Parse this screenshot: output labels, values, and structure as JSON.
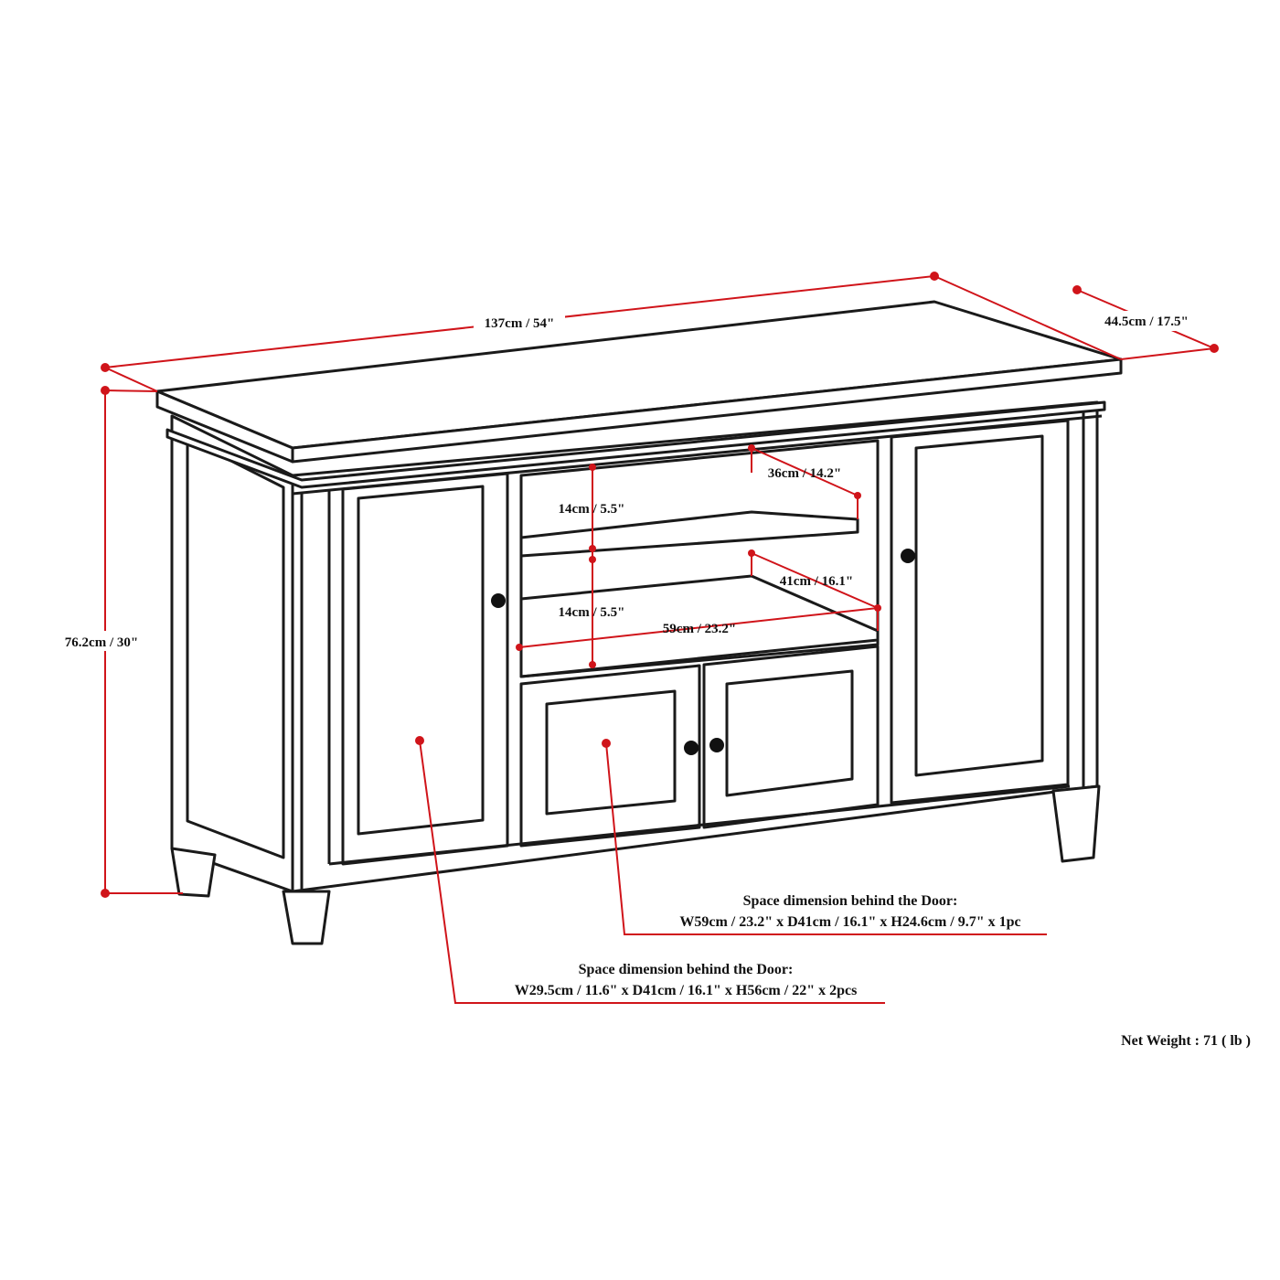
{
  "dimensions": {
    "width": "137cm / 54\"",
    "depth": "44.5cm / 17.5\"",
    "height": "76.2cm / 30\"",
    "upper_shelf_depth": "36cm / 14.2\"",
    "lower_shelf_depth": "41cm / 16.1\"",
    "upper_opening_height": "14cm / 5.5\"",
    "lower_opening_height": "14cm / 5.5\"",
    "shelf_width": "59cm / 23.2\""
  },
  "callouts": {
    "center_cabinet": {
      "title": "Space dimension behind the Door:",
      "detail": "W59cm / 23.2\" x D41cm / 16.1\" x H24.6cm / 9.7\" x 1pc"
    },
    "side_cabinets": {
      "title": "Space dimension behind the Door:",
      "detail": "W29.5cm / 11.6\" x D41cm / 16.1\" x H56cm / 22\" x 2pcs"
    }
  },
  "net_weight": "Net Weight : 71 ( lb )",
  "colors": {
    "dimension": "#d0141a",
    "outline": "#1a1a1a"
  }
}
